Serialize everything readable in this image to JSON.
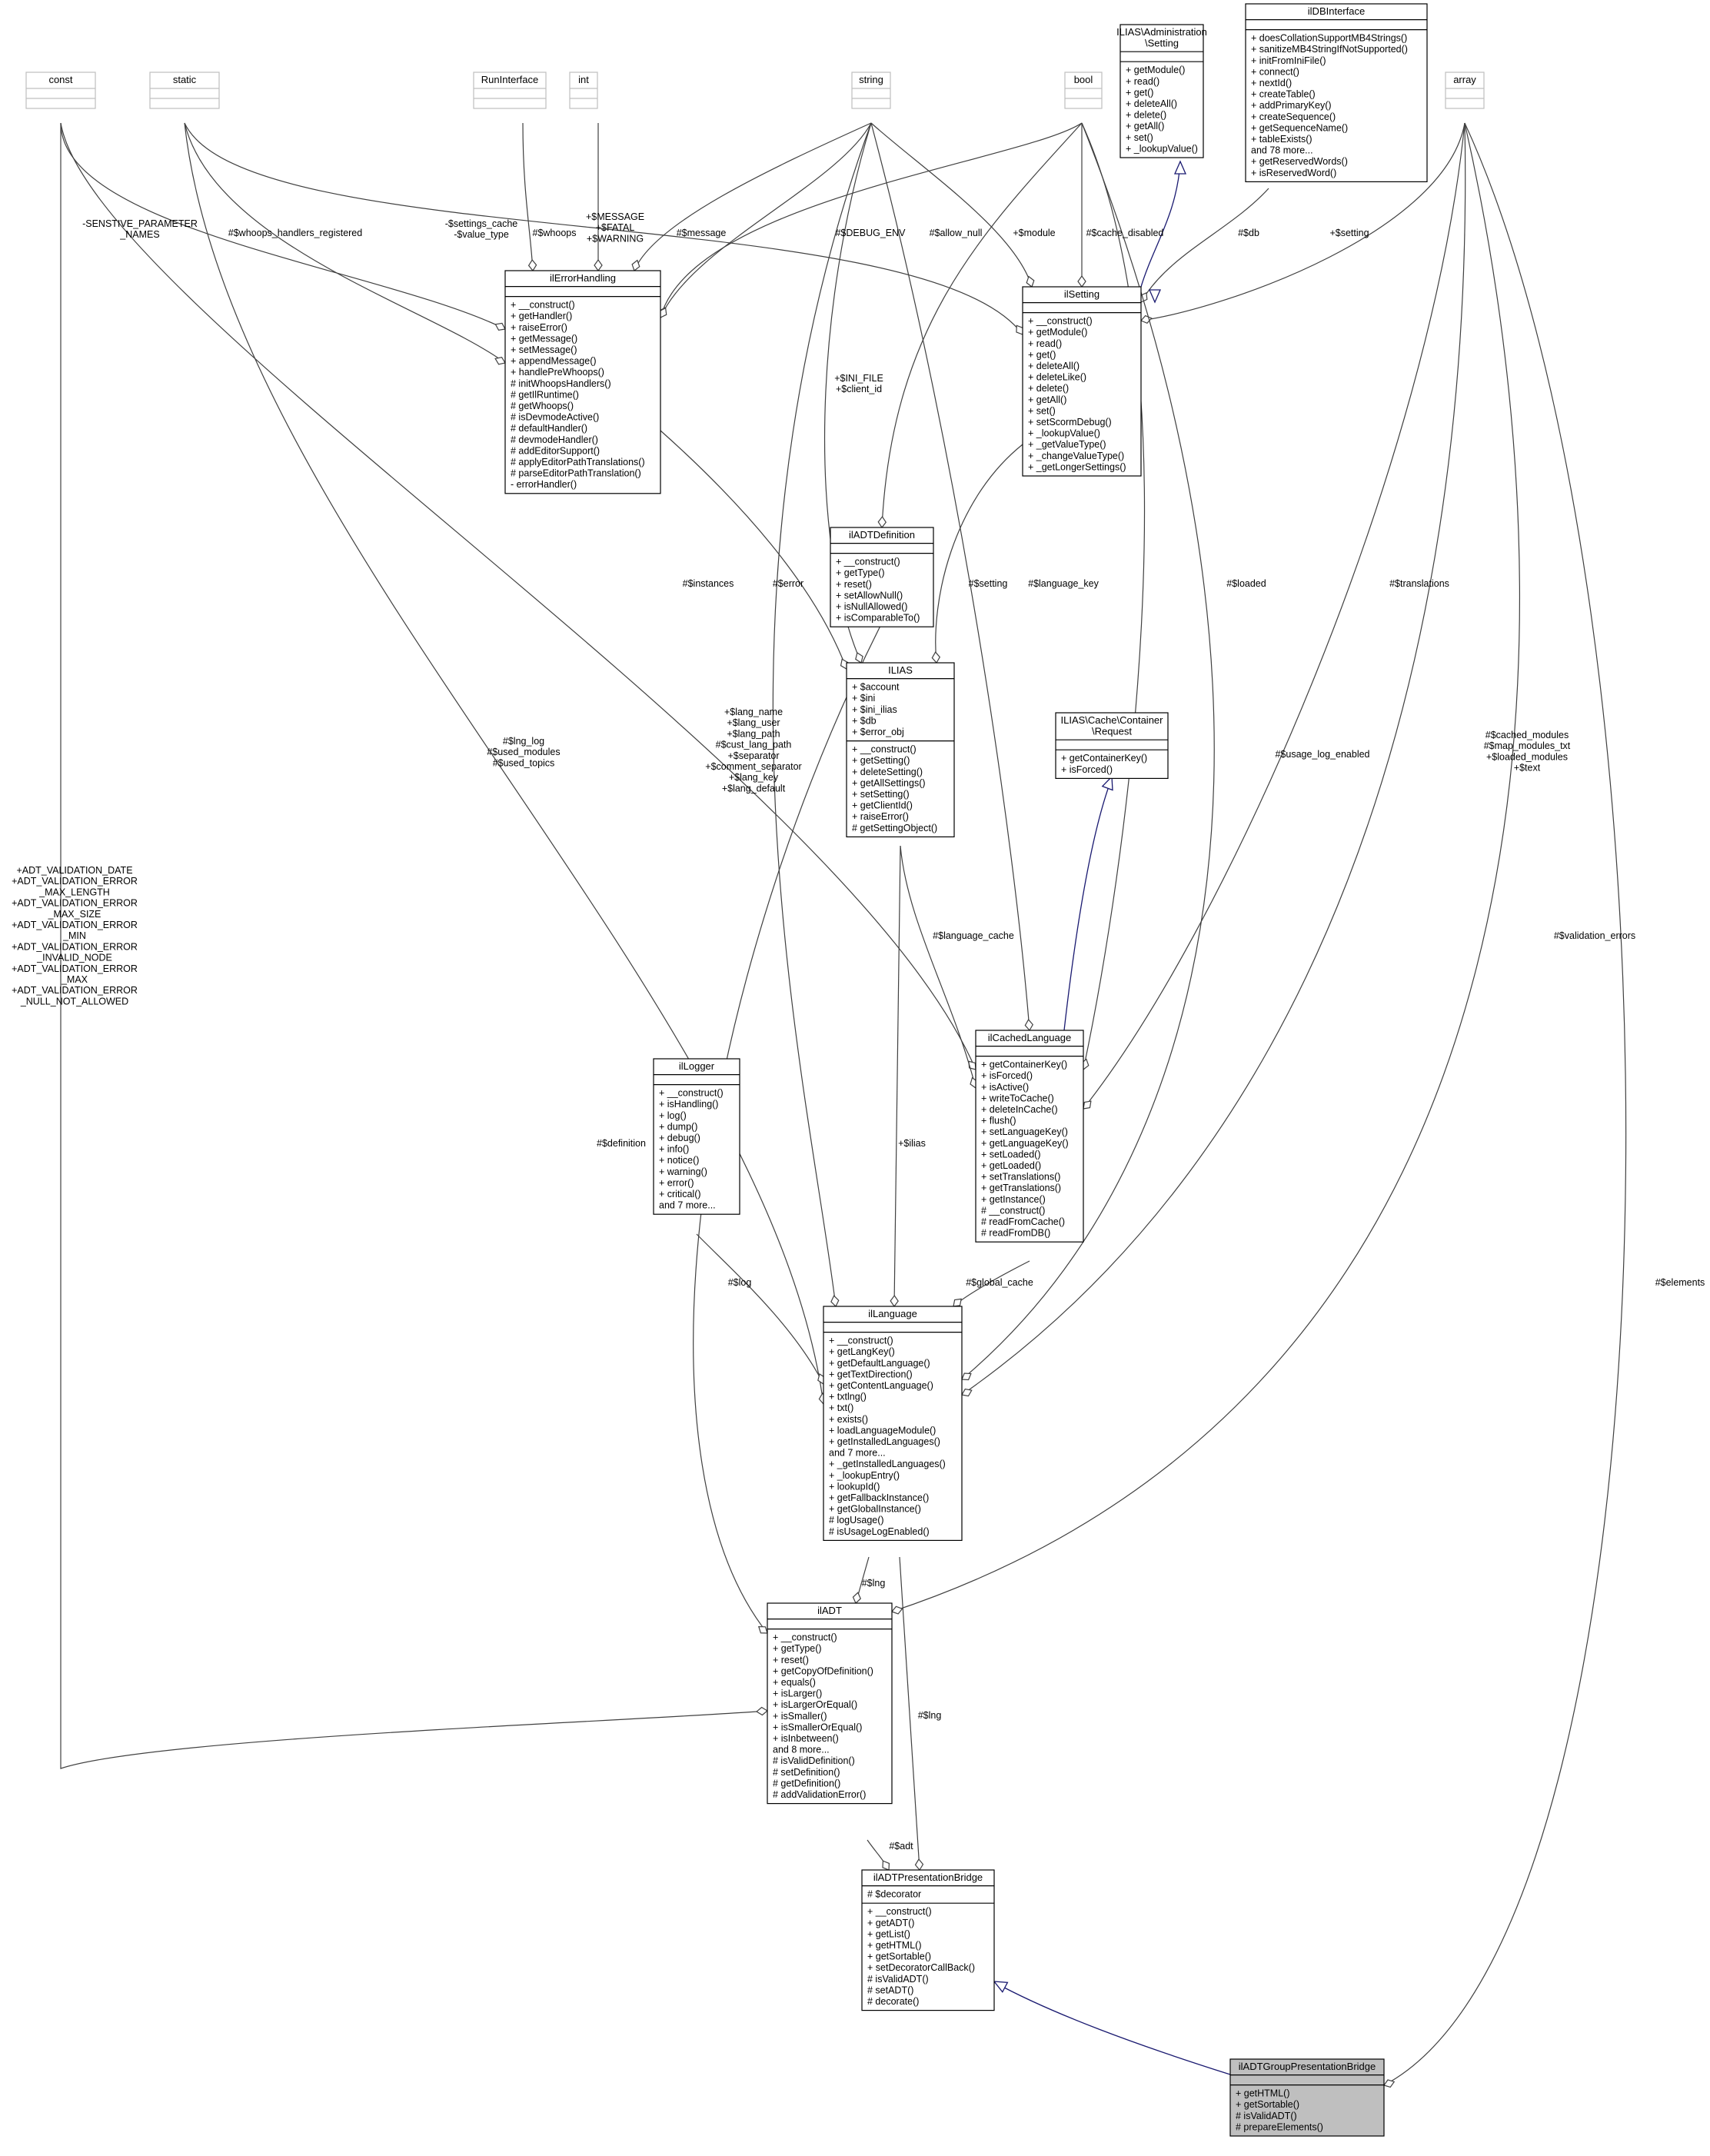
{
  "classes": {
    "const": {
      "title": "const",
      "members": [],
      "methods": []
    },
    "static": {
      "title": "static",
      "members": [],
      "methods": []
    },
    "runinterface": {
      "title": "RunInterface",
      "members": [],
      "methods": []
    },
    "int": {
      "title": "int",
      "members": [],
      "methods": []
    },
    "string": {
      "title": "string",
      "members": [],
      "methods": []
    },
    "bool": {
      "title": "bool",
      "members": [],
      "methods": []
    },
    "admin_setting": {
      "title": [
        "ILIAS\\Administration",
        "\\Setting"
      ],
      "members": [],
      "methods": [
        "+ getModule()",
        "+ read()",
        "+ get()",
        "+ deleteAll()",
        "+ delete()",
        "+ getAll()",
        "+ set()",
        "+ _lookupValue()"
      ]
    },
    "ildbinterface": {
      "title": "ilDBInterface",
      "members": [],
      "methods": [
        "+ doesCollationSupportMB4Strings()",
        "+ sanitizeMB4StringIfNotSupported()",
        "+ initFromIniFile()",
        "+ connect()",
        "+ nextId()",
        "+ createTable()",
        "+ addPrimaryKey()",
        "+ createSequence()",
        "+ getSequenceName()",
        "+ tableExists()",
        "and 78 more...",
        "+ getReservedWords()",
        "+ isReservedWord()"
      ]
    },
    "array": {
      "title": "array",
      "members": [],
      "methods": []
    },
    "ilerrorhandling": {
      "title": "ilErrorHandling",
      "members": [],
      "methods": [
        "+ __construct()",
        "+ getHandler()",
        "+ raiseError()",
        "+ getMessage()",
        "+ setMessage()",
        "+ appendMessage()",
        "+ handlePreWhoops()",
        "# initWhoopsHandlers()",
        "# getIlRuntime()",
        "# getWhoops()",
        "# isDevmodeActive()",
        "# defaultHandler()",
        "# devmodeHandler()",
        "# addEditorSupport()",
        "# applyEditorPathTranslations()",
        "# parseEditorPathTranslation()",
        "- errorHandler()"
      ]
    },
    "ilsetting": {
      "title": "ilSetting",
      "members": [],
      "methods": [
        "+ __construct()",
        "+ getModule()",
        "+ read()",
        "+ get()",
        "+ deleteAll()",
        "+ deleteLike()",
        "+ delete()",
        "+ getAll()",
        "+ set()",
        "+ setScormDebug()",
        "+ _lookupValue()",
        "+ _getValueType()",
        "+ _changeValueType()",
        "+ _getLongerSettings()"
      ]
    },
    "iladtdefinition": {
      "title": "ilADTDefinition",
      "members": [],
      "methods": [
        "+ __construct()",
        "+ getType()",
        "+ reset()",
        "+ setAllowNull()",
        "+ isNullAllowed()",
        "+ isComparableTo()"
      ]
    },
    "ilias": {
      "title": "ILIAS",
      "members": [
        "+ $account",
        "+ $ini",
        "+ $ini_ilias",
        "+ $db",
        "+ $error_obj"
      ],
      "methods": [
        "+ __construct()",
        "+ getSetting()",
        "+ deleteSetting()",
        "+ getAllSettings()",
        "+ setSetting()",
        "+ getClientId()",
        "+ raiseError()",
        "# getSettingObject()"
      ]
    },
    "cache_request": {
      "title": [
        "ILIAS\\Cache\\Container",
        "\\Request"
      ],
      "members": [],
      "methods": [
        "+ getContainerKey()",
        "+ isForced()"
      ]
    },
    "ilcachedlanguage": {
      "title": "ilCachedLanguage",
      "members": [],
      "methods": [
        "+ getContainerKey()",
        "+ isForced()",
        "+ isActive()",
        "+ writeToCache()",
        "+ deleteInCache()",
        "+ flush()",
        "+ setLanguageKey()",
        "+ getLanguageKey()",
        "+ setLoaded()",
        "+ getLoaded()",
        "+ setTranslations()",
        "+ getTranslations()",
        "+ getInstance()",
        "# __construct()",
        "# readFromCache()",
        "# readFromDB()"
      ]
    },
    "illogger": {
      "title": "ilLogger",
      "members": [],
      "methods": [
        "+ __construct()",
        "+ isHandling()",
        "+ log()",
        "+ dump()",
        "+ debug()",
        "+ info()",
        "+ notice()",
        "+ warning()",
        "+ error()",
        "+ critical()",
        "and 7 more..."
      ]
    },
    "illanguage": {
      "title": "ilLanguage",
      "members": [],
      "methods": [
        "+ __construct()",
        "+ getLangKey()",
        "+ getDefaultLanguage()",
        "+ getTextDirection()",
        "+ getContentLanguage()",
        "+ txtlng()",
        "+ txt()",
        "+ exists()",
        "+ loadLanguageModule()",
        "+ getInstalledLanguages()",
        "and 7 more...",
        "+ _getInstalledLanguages()",
        "+ _lookupEntry()",
        "+ lookupId()",
        "+ getFallbackInstance()",
        "+ getGlobalInstance()",
        "# logUsage()",
        "# isUsageLogEnabled()"
      ]
    },
    "iladt": {
      "title": "ilADT",
      "members": [],
      "methods": [
        "+ __construct()",
        "+ getType()",
        "+ reset()",
        "+ getCopyOfDefinition()",
        "+ equals()",
        "+ isLarger()",
        "+ isLargerOrEqual()",
        "+ isSmaller()",
        "+ isSmallerOrEqual()",
        "+ isInbetween()",
        "and 8 more...",
        "# isValidDefinition()",
        "# setDefinition()",
        "# getDefinition()",
        "# addValidationError()"
      ]
    },
    "iladtpresentationbridge": {
      "title": "ilADTPresentationBridge",
      "members": [
        "# $decorator"
      ],
      "methods": [
        "+ __construct()",
        "+ getADT()",
        "+ getList()",
        "+ getHTML()",
        "+ getSortable()",
        "+ setDecoratorCallBack()",
        "# isValidADT()",
        "# setADT()",
        "# decorate()"
      ]
    },
    "iladtgrouppresentationbridge": {
      "title": "ilADTGroupPresentationBridge",
      "members": [],
      "methods": [
        "+ getHTML()",
        "+ getSortable()",
        "# isValidADT()",
        "# prepareElements()"
      ]
    }
  },
  "edge_labels": {
    "senstive_param": [
      "-SENSTIVE_PARAMETER",
      "_NAMES"
    ],
    "whoops_handlers": [
      "#$whoops_handlers_registered"
    ],
    "settings_cache": [
      "-$settings_cache",
      "-$value_type"
    ],
    "whoops": [
      "#$whoops"
    ],
    "message_const": [
      "+$MESSAGE",
      "+$FATAL",
      "+$WARNING"
    ],
    "message": [
      "#$message"
    ],
    "debug_env": [
      "#$DEBUG_ENV"
    ],
    "allow_null": [
      "#$allow_null"
    ],
    "module": [
      "+$module"
    ],
    "cache_disabled": [
      "#$cache_disabled"
    ],
    "db": [
      "#$db"
    ],
    "setting_top": [
      "+$setting"
    ],
    "ini_file": [
      "+$INI_FILE",
      "+$client_id"
    ],
    "instances": [
      "#$instances"
    ],
    "error": [
      "#$error"
    ],
    "setting_mid": [
      "#$setting"
    ],
    "language_key": [
      "#$language_key"
    ],
    "loaded": [
      "#$loaded"
    ],
    "translations": [
      "#$translations"
    ],
    "lang_vars": [
      "+$lang_name",
      "+$lang_user",
      "+$lang_path",
      "#$cust_lang_path",
      "+$separator",
      "+$comment_separator",
      "+$lang_key",
      "+$lang_default"
    ],
    "lng_log": [
      "#$lng_log",
      "#$used_modules",
      "#$used_topics"
    ],
    "usage_log_enabled": [
      "#$usage_log_enabled"
    ],
    "cached_modules": [
      "#$cached_modules",
      "#$map_modules_txt",
      "+$loaded_modules",
      "+$text"
    ],
    "validation_consts": [
      "+ADT_VALIDATION_DATE",
      "+ADT_VALIDATION_ERROR",
      "_MAX_LENGTH",
      "+ADT_VALIDATION_ERROR",
      "_MAX_SIZE",
      "+ADT_VALIDATION_ERROR",
      "_MIN",
      "+ADT_VALIDATION_ERROR",
      "_INVALID_NODE",
      "+ADT_VALIDATION_ERROR",
      "_MAX",
      "+ADT_VALIDATION_ERROR",
      "_NULL_NOT_ALLOWED"
    ],
    "language_cache": [
      "#$language_cache"
    ],
    "validation_errors": [
      "#$validation_errors"
    ],
    "definition": [
      "#$definition"
    ],
    "ilias_var": [
      "+$ilias"
    ],
    "log": [
      "#$log"
    ],
    "global_cache": [
      "#$global_cache"
    ],
    "elements": [
      "#$elements"
    ],
    "lng_adt": [
      "#$lng"
    ],
    "lng_bridge": [
      "#$lng"
    ],
    "adt": [
      "#$adt"
    ]
  }
}
